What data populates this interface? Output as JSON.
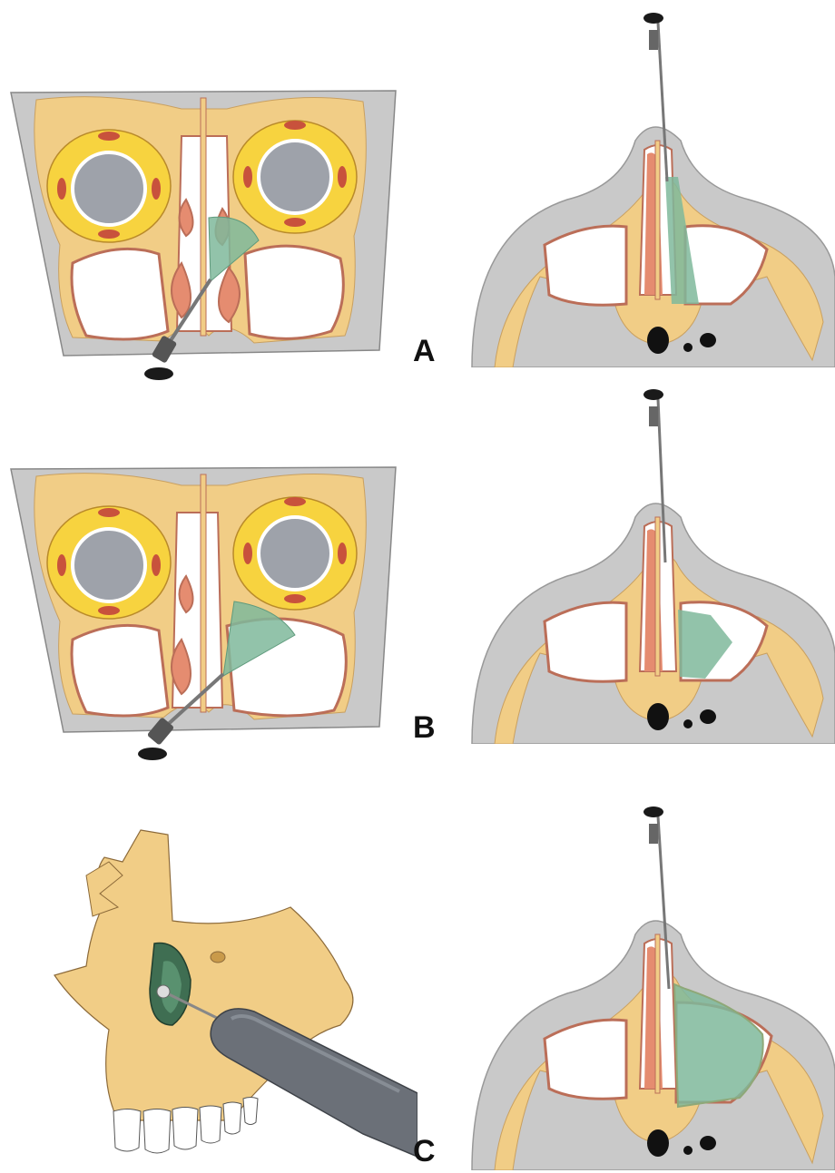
{
  "figure": {
    "panels": [
      {
        "label": "A",
        "coronal_view": "endoscope-70-degree-view",
        "axial_view": "axial-view"
      },
      {
        "label": "B",
        "coronal_view": "endoscope-angled-view",
        "axial_view": "axial-view"
      },
      {
        "label": "C",
        "lateral_view": "maxilla-drill-approach",
        "axial_view": "axial-view"
      }
    ]
  },
  "colors": {
    "soft_tissue": "#c9c9c9",
    "bone": "#f1cd86",
    "orbit_fat": "#f7d33f",
    "eyeball": "#9ea2aa",
    "mucosa_outline": "#bb6e58",
    "turbinate_fill": "#e58c70",
    "muscle": "#c8523c",
    "view_field": "#7fb89b",
    "instrument": "#777777",
    "airway": "#111111",
    "teeth": "#ffffff",
    "drill_body": "#6b7078"
  }
}
